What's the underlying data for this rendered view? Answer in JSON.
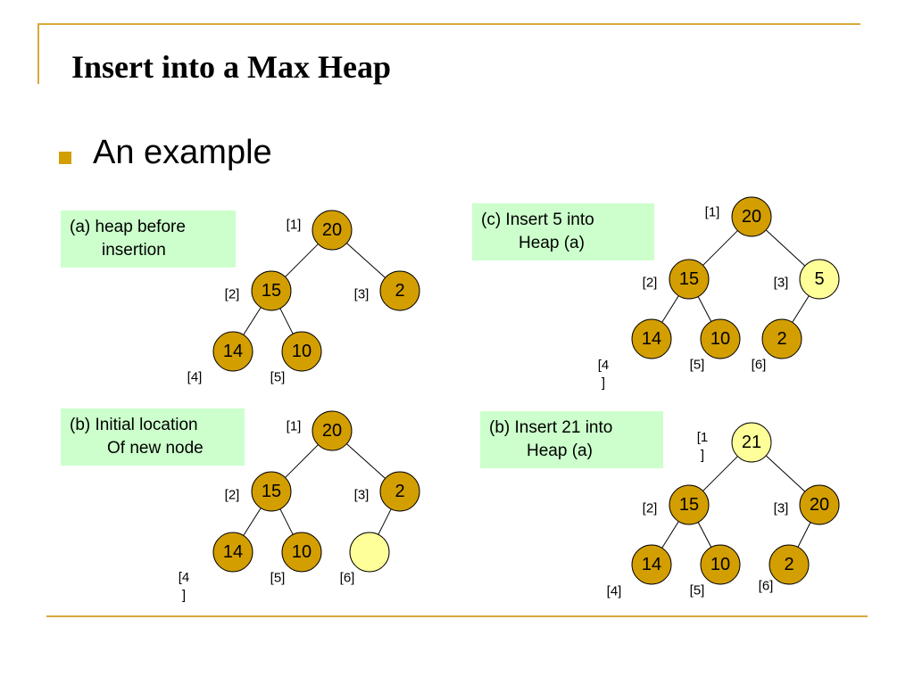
{
  "slide": {
    "title": "Insert into a Max Heap",
    "bullet": "An example"
  },
  "colors": {
    "rule": "#D9A93A",
    "bullet": "#D39E00",
    "node_fill": "#D39E00",
    "new_node_fill": "#FFFF99",
    "caption_bg": "#CCFFCC"
  },
  "captions": [
    {
      "line1": "(a) heap before",
      "line2": "insertion"
    },
    {
      "line1": "(c) Insert 5 into",
      "line2": "Heap (a)"
    },
    {
      "line1": "(b) Initial location",
      "line2": "Of new node"
    },
    {
      "line1": "(b) Insert 21 into",
      "line2": "Heap (a)"
    }
  ],
  "heaps": [
    {
      "name": "heap-a",
      "nodes": [
        {
          "value": "20",
          "index": "[1]",
          "new": false
        },
        {
          "value": "15",
          "index": "[2]",
          "new": false
        },
        {
          "value": "2",
          "index": "[3]",
          "new": false
        },
        {
          "value": "14",
          "index": "[4]",
          "new": false
        },
        {
          "value": "10",
          "index": "[5]",
          "new": false
        }
      ]
    },
    {
      "name": "heap-c",
      "nodes": [
        {
          "value": "20",
          "index": "[1]",
          "new": false
        },
        {
          "value": "15",
          "index": "[2]",
          "new": false
        },
        {
          "value": "5",
          "index": "[3]",
          "new": true
        },
        {
          "value": "14",
          "index": "[4\n]",
          "new": false
        },
        {
          "value": "10",
          "index": "[5]",
          "new": false
        },
        {
          "value": "2",
          "index": "[6]",
          "new": false
        }
      ]
    },
    {
      "name": "heap-b-initial",
      "nodes": [
        {
          "value": "20",
          "index": "[1]",
          "new": false
        },
        {
          "value": "15",
          "index": "[2]",
          "new": false
        },
        {
          "value": "2",
          "index": "[3]",
          "new": false
        },
        {
          "value": "14",
          "index": "[4\n]",
          "new": false
        },
        {
          "value": "10",
          "index": "[5]",
          "new": false
        },
        {
          "value": "",
          "index": "[6]",
          "new": true
        }
      ]
    },
    {
      "name": "heap-b-insert-21",
      "nodes": [
        {
          "value": "21",
          "index": "[1\n]",
          "new": true
        },
        {
          "value": "15",
          "index": "[2]",
          "new": false
        },
        {
          "value": "20",
          "index": "[3]",
          "new": false
        },
        {
          "value": "14",
          "index": "[4]",
          "new": false
        },
        {
          "value": "10",
          "index": "[5]",
          "new": false
        },
        {
          "value": "2",
          "index": "[6]",
          "new": false
        }
      ]
    }
  ]
}
